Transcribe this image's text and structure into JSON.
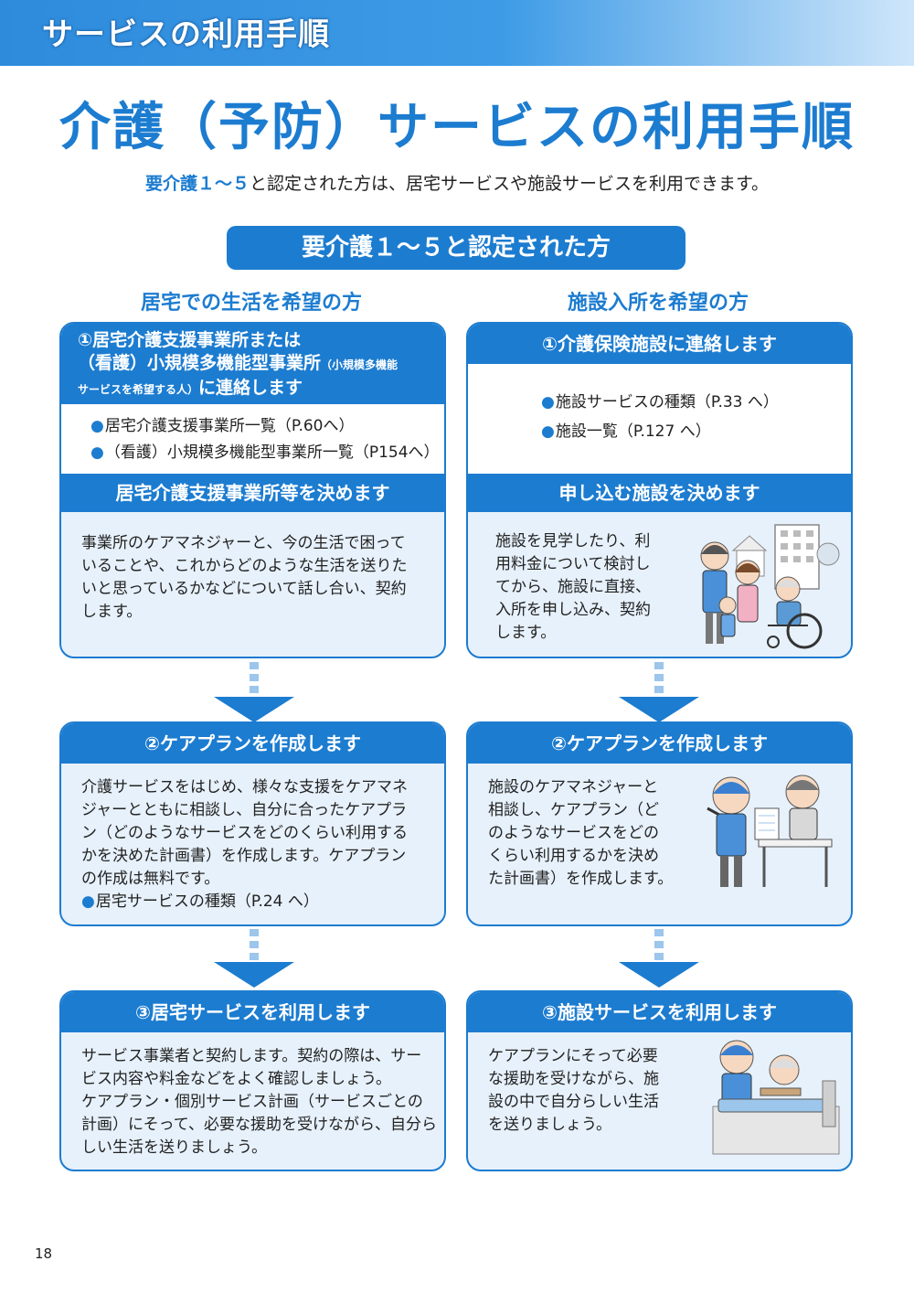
{
  "header": {
    "title": "サービスの利用手順"
  },
  "main_title": "介護（予防）サービスの利用手順",
  "lead": {
    "accent": "要介護１～５",
    "rest": "と認定された方は、居宅サービスや施設サービスを利用できます。"
  },
  "pill_label": "要介護１～５と認定された方",
  "left": {
    "heading": "居宅での生活を希望の方",
    "step1": {
      "line1": "①居宅介護支援事業所または",
      "line2a": "（看護）小規模多機能型事業所",
      "line2b": "（小規模多機能",
      "line3a": "サービスを希望する人）",
      "line3b": "に連絡します",
      "bullets": [
        "居宅介護支援事業所一覧（P.60へ）",
        "（看護）小規模多機能型事業所一覧（P154へ）"
      ]
    },
    "decide": {
      "title": "居宅介護支援事業所等を決めます",
      "lines": [
        "事業所のケアマネジャーと、今の生活で困って",
        "いることや、これからどのような生活を送りた",
        "いと思っているかなどについて話し合い、契約",
        "します。"
      ]
    },
    "step2": {
      "title": "②ケアプランを作成します",
      "lines": [
        "介護サービスをはじめ、様々な支援をケアマネ",
        "ジャーとともに相談し、自分に合ったケアプラ",
        "ン（どのようなサービスをどのくらい利用する",
        "かを決めた計画書）を作成します。ケアプラン",
        "の作成は無料です。"
      ],
      "bullet": "居宅サービスの種類（P.24 へ）"
    },
    "step3": {
      "title": "③居宅サービスを利用します",
      "lines": [
        "サービス事業者と契約します。契約の際は、サー",
        "ビス内容や料金などをよく確認しましょう。",
        "ケアプラン・個別サービス計画（サービスごとの",
        "計画）にそって、必要な援助を受けながら、自分ら",
        "しい生活を送りましょう。"
      ]
    }
  },
  "right": {
    "heading": "施設入所を希望の方",
    "step1": {
      "title": "①介護保険施設に連絡します",
      "bullets": [
        "施設サービスの種類（P.33 へ）",
        "施設一覧（P.127 へ）"
      ]
    },
    "decide": {
      "title": "申し込む施設を決めます",
      "lines": [
        "施設を見学したり、利",
        "用料金について検討し",
        "てから、施設に直接、",
        "入所を申し込み、契約",
        "します。"
      ]
    },
    "step2": {
      "title": "②ケアプランを作成します",
      "lines": [
        "施設のケアマネジャーと",
        "相談し、ケアプラン（ど",
        "のようなサービスをどの",
        "くらい利用するかを決め",
        "た計画書）を作成します。"
      ]
    },
    "step3": {
      "title": "③施設サービスを利用します",
      "lines": [
        "ケアプランにそって必要",
        "な援助を受けながら、施",
        "設の中で自分らしい生活",
        "を送りましょう。"
      ]
    }
  },
  "page_number": "18",
  "colors": {
    "primary": "#1c7cd0",
    "box_fill": "#e7f1fb",
    "arrow_stem": "#9cc6ec"
  },
  "illustrations": [
    "family-with-wheelchair-icon",
    "care-manager-consultation-icon",
    "caregiver-bedside-icon"
  ]
}
